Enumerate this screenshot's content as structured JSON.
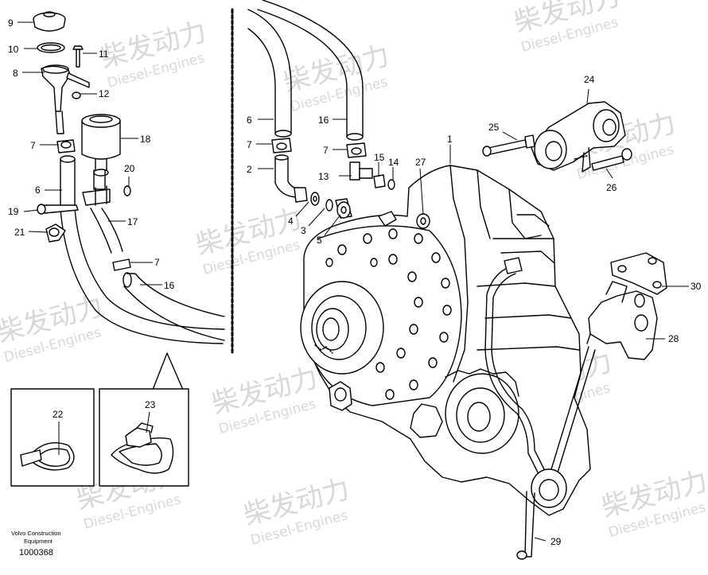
{
  "watermark": {
    "brand_cn": "柴发动力",
    "brand_en": "Diesel-Engines"
  },
  "callouts": [
    "1",
    "2",
    "3",
    "4",
    "5",
    "6",
    "7",
    "8",
    "9",
    "10",
    "11",
    "12",
    "13",
    "14",
    "15",
    "16",
    "17",
    "18",
    "19",
    "20",
    "21",
    "22",
    "23",
    "24",
    "25",
    "26",
    "27",
    "28",
    "29",
    "30"
  ],
  "footer": {
    "line1": "Volvo Construction",
    "line2": "Equipment",
    "drawing_number": "1000368"
  }
}
